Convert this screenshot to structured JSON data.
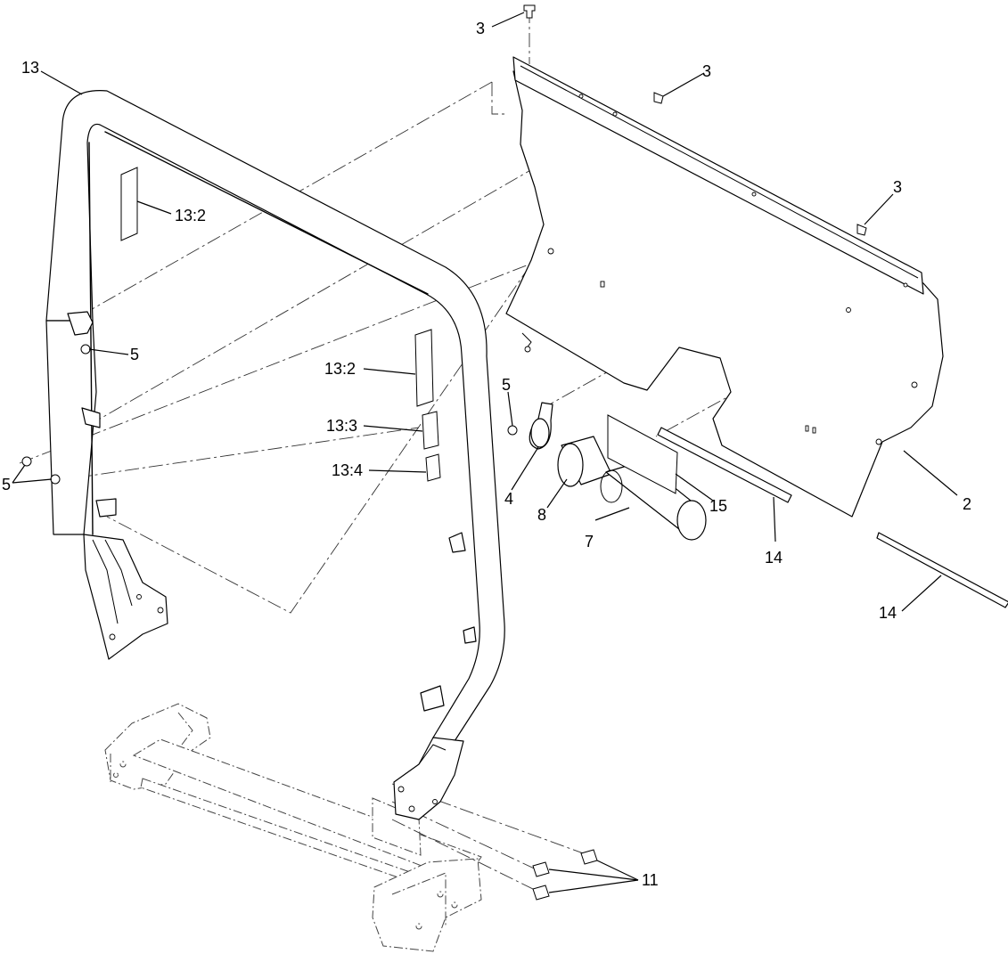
{
  "callouts": [
    {
      "id": "c3-top",
      "text": "3"
    },
    {
      "id": "c3-mid",
      "text": "3"
    },
    {
      "id": "c3-right",
      "text": "3"
    },
    {
      "id": "c13",
      "text": "13"
    },
    {
      "id": "c13-2-left",
      "text": "13:2"
    },
    {
      "id": "c5-upper",
      "text": "5"
    },
    {
      "id": "c5-left",
      "text": "5"
    },
    {
      "id": "c13-2-right",
      "text": "13:2"
    },
    {
      "id": "c13-3",
      "text": "13:3"
    },
    {
      "id": "c13-4",
      "text": "13:4"
    },
    {
      "id": "c5-mid",
      "text": "5"
    },
    {
      "id": "c4",
      "text": "4"
    },
    {
      "id": "c8",
      "text": "8"
    },
    {
      "id": "c7",
      "text": "7"
    },
    {
      "id": "c15",
      "text": "15"
    },
    {
      "id": "c14-mid",
      "text": "14"
    },
    {
      "id": "c2",
      "text": "2"
    },
    {
      "id": "c14-right",
      "text": "14"
    },
    {
      "id": "c11",
      "text": "11"
    }
  ]
}
